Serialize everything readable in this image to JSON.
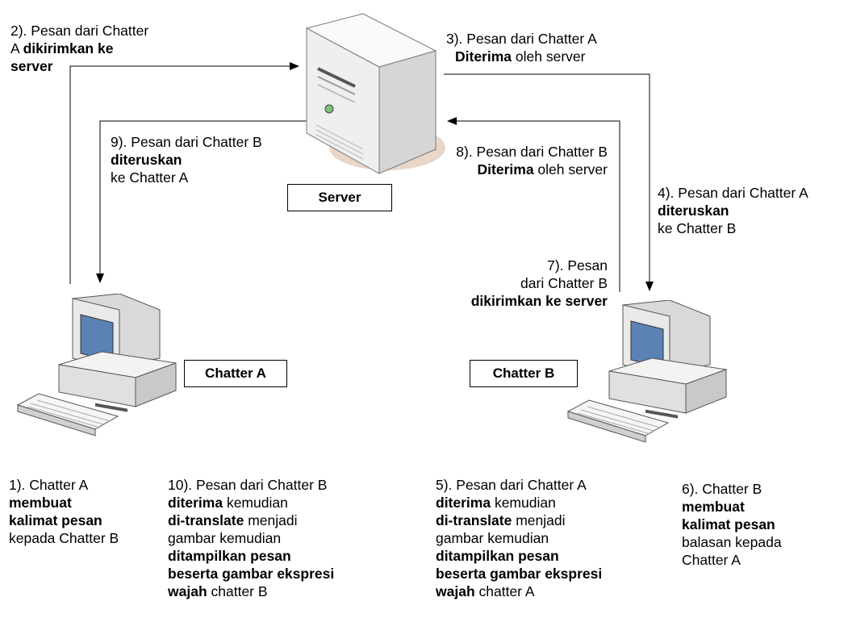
{
  "nodes": {
    "server": "Server",
    "chatter_a": "Chatter A",
    "chatter_b": "Chatter B"
  },
  "steps": {
    "s1": [
      "1). Chatter A",
      "membuat",
      "kalimat pesan",
      "kepada Chatter B"
    ],
    "s2": [
      "2). Pesan dari Chatter",
      "A ",
      "dikirimkan ke",
      "server"
    ],
    "s3": [
      "3). Pesan dari Chatter A",
      "Diterima",
      " oleh server"
    ],
    "s4": [
      "4). Pesan dari Chatter A",
      "diteruskan",
      "ke Chatter B"
    ],
    "s5": [
      "5). Pesan dari Chatter A",
      "diterima",
      " kemudian",
      "di-translate",
      " menjadi",
      "gambar kemudian",
      "ditampilkan pesan",
      "beserta gambar ekspresi",
      "wajah",
      " chatter A"
    ],
    "s6": [
      "6). Chatter B",
      "membuat",
      "kalimat pesan",
      "balasan kepada",
      "Chatter A"
    ],
    "s7": [
      "7). Pesan",
      "dari Chatter B",
      "dikirimkan ke server"
    ],
    "s8": [
      "8). Pesan dari Chatter B",
      "Diterima",
      " oleh server"
    ],
    "s9": [
      "9). Pesan dari Chatter B",
      "diteruskan",
      "ke Chatter A"
    ],
    "s10": [
      "10). Pesan dari Chatter B",
      "diterima",
      " kemudian",
      "di-translate",
      " menjadi",
      "gambar kemudian",
      "ditampilkan pesan",
      "beserta gambar ekspresi",
      "wajah",
      " chatter B"
    ]
  },
  "icons": {
    "server": "server-tower-icon",
    "computer_a": "desktop-computer-icon",
    "computer_b": "desktop-computer-icon"
  },
  "colors": {
    "line": "#000000",
    "server_body": "#f2f2f2",
    "server_shadow": "#e8d6c9",
    "screen": "#5a82b3"
  }
}
